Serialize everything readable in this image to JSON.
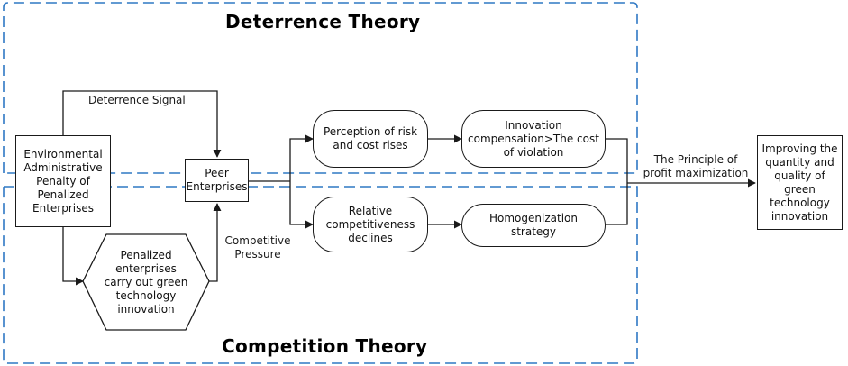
{
  "zones": {
    "deterrence_title": "Deterrence Theory",
    "competition_title": "Competition Theory"
  },
  "nodes": {
    "environmental_penalty": "Environmental Administrative Penalty of Penalized Enterprises",
    "peer_enterprises": "Peer Enterprises",
    "penalized_innovation": "Penalized enterprises carry out green technology innovation",
    "perception_risk": "Perception of risk and cost rises",
    "innovation_compensation": "Innovation compensation>The cost of violation",
    "relative_competitiveness": "Relative competitiveness declines",
    "homogenization": "Homogenization strategy",
    "improving_green": "Improving the quantity and quality of green technology innovation"
  },
  "edges": {
    "deterrence_signal": "Deterrence Signal",
    "competitive_pressure": "Competitive Pressure",
    "profit_principle": "The Principle of profit maximization"
  },
  "colors": {
    "dashed_border": "#2f78c4",
    "line": "#1a1a1a"
  }
}
